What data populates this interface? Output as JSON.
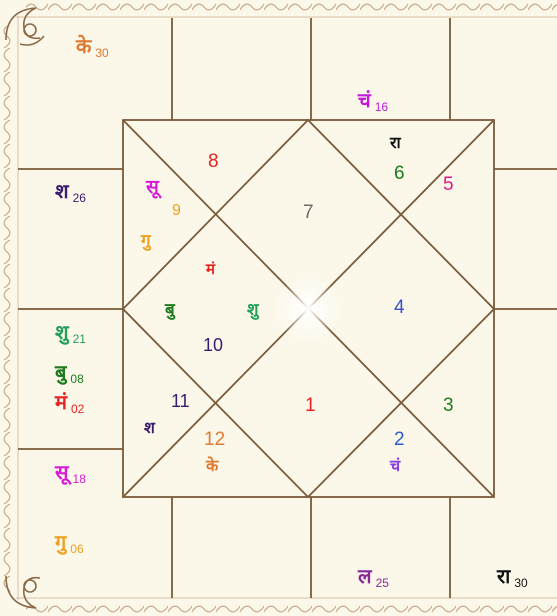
{
  "houses": [
    {
      "number": "1",
      "color": "#e8231f"
    },
    {
      "number": "2",
      "color": "#2a5cd6"
    },
    {
      "number": "3",
      "color": "#1d7a1d"
    },
    {
      "number": "4",
      "color": "#3850c8"
    },
    {
      "number": "5",
      "color": "#e0188a"
    },
    {
      "number": "6",
      "color": "#1d7a1d"
    },
    {
      "number": "7",
      "color": "#6b6b6b"
    },
    {
      "number": "8",
      "color": "#e8231f"
    },
    {
      "number": "9",
      "color": "#f0a020"
    },
    {
      "number": "10",
      "color": "#3a1c6e"
    },
    {
      "number": "11",
      "color": "#3a1c6e"
    },
    {
      "number": "12",
      "color": "#e07a30"
    }
  ],
  "inner_planets": [
    {
      "label": "सू",
      "color": "#d81bd8"
    },
    {
      "label": "गु",
      "color": "#f0a020"
    },
    {
      "label": "मं",
      "color": "#e8231f"
    },
    {
      "label": "बु",
      "color": "#1d7a1d"
    },
    {
      "label": "शु",
      "color": "#23a05a"
    },
    {
      "label": "रा",
      "color": "#111111"
    },
    {
      "label": "श",
      "color": "#3a1c6e"
    },
    {
      "label": "के",
      "color": "#e07a30"
    },
    {
      "label": "चं",
      "color": "#8a3ae0"
    }
  ],
  "outer_planets": [
    {
      "label": "के",
      "degree": "30",
      "color": "#e07a30"
    },
    {
      "label": "चं",
      "degree": "16",
      "color": "#c21ad8"
    },
    {
      "label": "श",
      "degree": "26",
      "color": "#3a1c6e"
    },
    {
      "label": "शु",
      "degree": "21",
      "color": "#23a05a"
    },
    {
      "label": "बु",
      "degree": "08",
      "color": "#1d7a1d"
    },
    {
      "label": "मं",
      "degree": "02",
      "color": "#e8231f"
    },
    {
      "label": "सू",
      "degree": "18",
      "color": "#d81bd8"
    },
    {
      "label": "गु",
      "degree": "06",
      "color": "#f0a020"
    },
    {
      "label": "ल",
      "degree": "25",
      "color": "#8a2a9a"
    },
    {
      "label": "रा",
      "degree": "30",
      "color": "#111111"
    }
  ],
  "colors": {
    "background": "#fbf8ea",
    "line": "#7a5a3a",
    "border": "#c9a98a"
  }
}
